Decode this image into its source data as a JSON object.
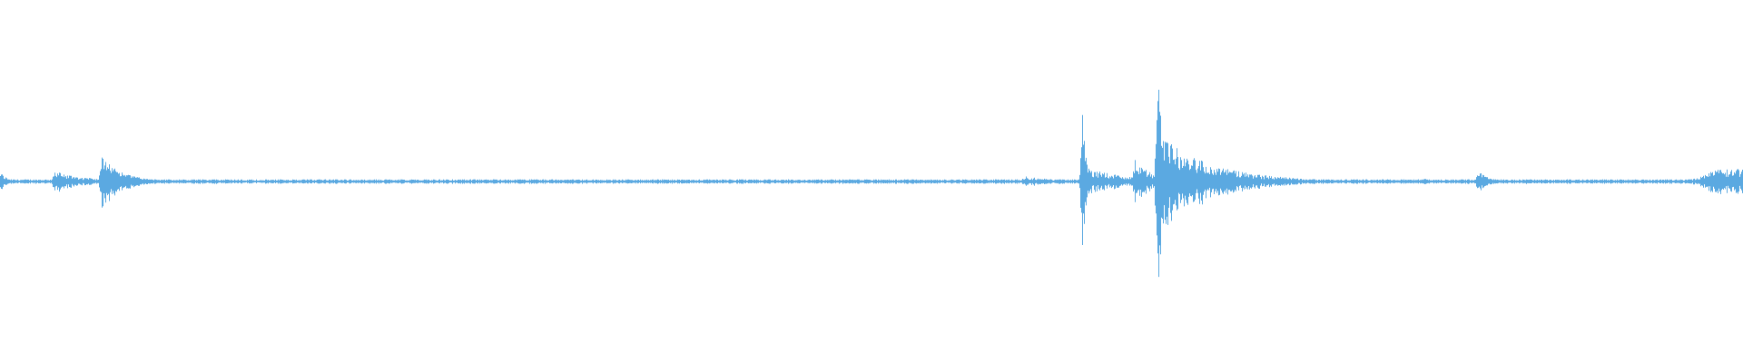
{
  "waveform": {
    "color": "#5ba9e1",
    "background": "#ffffff",
    "baseline_amplitude": 0.012,
    "bursts": [
      {
        "t": 0.0,
        "amp": 0.055,
        "decay": 0.004,
        "kind": "noise"
      },
      {
        "t": 0.031,
        "amp": 0.06,
        "decay": 0.018,
        "kind": "noise"
      },
      {
        "t": 0.058,
        "amp": 0.14,
        "decay": 0.012,
        "kind": "spike"
      },
      {
        "t": 0.587,
        "amp": 0.03,
        "decay": 0.019,
        "kind": "noise"
      },
      {
        "t": 0.621,
        "amp": 0.43,
        "decay": 0.002,
        "kind": "spike"
      },
      {
        "t": 0.622,
        "amp": 0.08,
        "decay": 0.025,
        "kind": "noise"
      },
      {
        "t": 0.651,
        "amp": 0.12,
        "decay": 0.01,
        "kind": "noise"
      },
      {
        "t": 0.664,
        "amp": 0.64,
        "decay": 0.003,
        "kind": "spike"
      },
      {
        "t": 0.665,
        "amp": 0.26,
        "decay": 0.03,
        "kind": "noise"
      },
      {
        "t": 0.817,
        "amp": 0.02,
        "decay": 0.003,
        "kind": "noise"
      },
      {
        "t": 0.848,
        "amp": 0.06,
        "decay": 0.006,
        "kind": "spike"
      },
      {
        "t": 0.985,
        "amp": 0.07,
        "decay": 0.015,
        "kind": "rise"
      }
    ]
  }
}
